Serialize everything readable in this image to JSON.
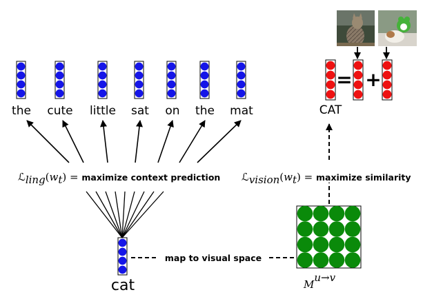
{
  "context_words": [
    "the",
    "cute",
    "little",
    "sat",
    "on",
    "the",
    "mat"
  ],
  "target_word": "cat",
  "concept_label": "CAT",
  "equals_symbol": "=",
  "plus_symbol": "+",
  "ling_objective": {
    "script": "ling",
    "var": "w",
    "sub": "t",
    "text": "maximize context prediction"
  },
  "vision_objective": {
    "script": "vision",
    "var": "w",
    "sub": "t",
    "text": "maximize similarity"
  },
  "mapping_label": "map to visual space",
  "matrix_label": {
    "base": "M",
    "superscript": "u→v"
  },
  "colors": {
    "word_vector": "#1515e8",
    "visual_vector": "#ee1111",
    "matrix": "#0a8a0a"
  }
}
